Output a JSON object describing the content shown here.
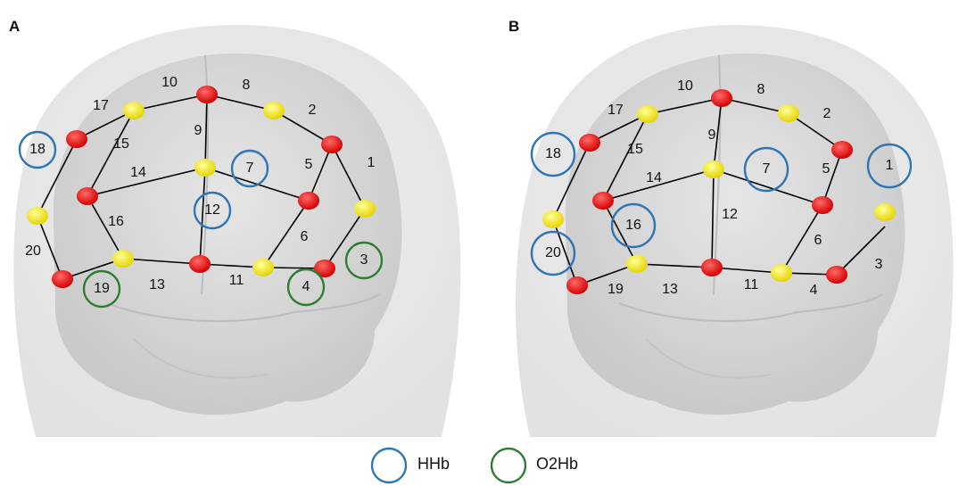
{
  "panel_a": {
    "letter": "A",
    "channels": [
      {
        "label": "1"
      },
      {
        "label": "2"
      },
      {
        "label": "3"
      },
      {
        "label": "4"
      },
      {
        "label": "5"
      },
      {
        "label": "6"
      },
      {
        "label": "7"
      },
      {
        "label": "8"
      },
      {
        "label": "9"
      },
      {
        "label": "10"
      },
      {
        "label": "11"
      },
      {
        "label": "12"
      },
      {
        "label": "13"
      },
      {
        "label": "14"
      },
      {
        "label": "15"
      },
      {
        "label": "16"
      },
      {
        "label": "17"
      },
      {
        "label": "18"
      },
      {
        "label": "19"
      },
      {
        "label": "20"
      }
    ],
    "highlighted": {
      "HHb": [
        "18",
        "7",
        "12"
      ],
      "O2Hb": [
        "19",
        "4",
        "3"
      ]
    }
  },
  "panel_b": {
    "letter": "B",
    "channels": [
      {
        "label": "1"
      },
      {
        "label": "2"
      },
      {
        "label": "3"
      },
      {
        "label": "4"
      },
      {
        "label": "5"
      },
      {
        "label": "6"
      },
      {
        "label": "7"
      },
      {
        "label": "8"
      },
      {
        "label": "9"
      },
      {
        "label": "10"
      },
      {
        "label": "11"
      },
      {
        "label": "12"
      },
      {
        "label": "13"
      },
      {
        "label": "14"
      },
      {
        "label": "15"
      },
      {
        "label": "16"
      },
      {
        "label": "17"
      },
      {
        "label": "18"
      },
      {
        "label": "19"
      },
      {
        "label": "20"
      }
    ],
    "highlighted": {
      "HHb": [
        "18",
        "7",
        "1",
        "16",
        "20"
      ],
      "O2Hb": []
    }
  },
  "legend": [
    {
      "label": "HHb",
      "color": "#2e75b6"
    },
    {
      "label": "O2Hb",
      "color": "#2e7d32"
    }
  ],
  "colors": {
    "source": "#e01010",
    "detector": "#f2e600",
    "hhb": "#2e75b6",
    "o2hb": "#2e7d32"
  }
}
